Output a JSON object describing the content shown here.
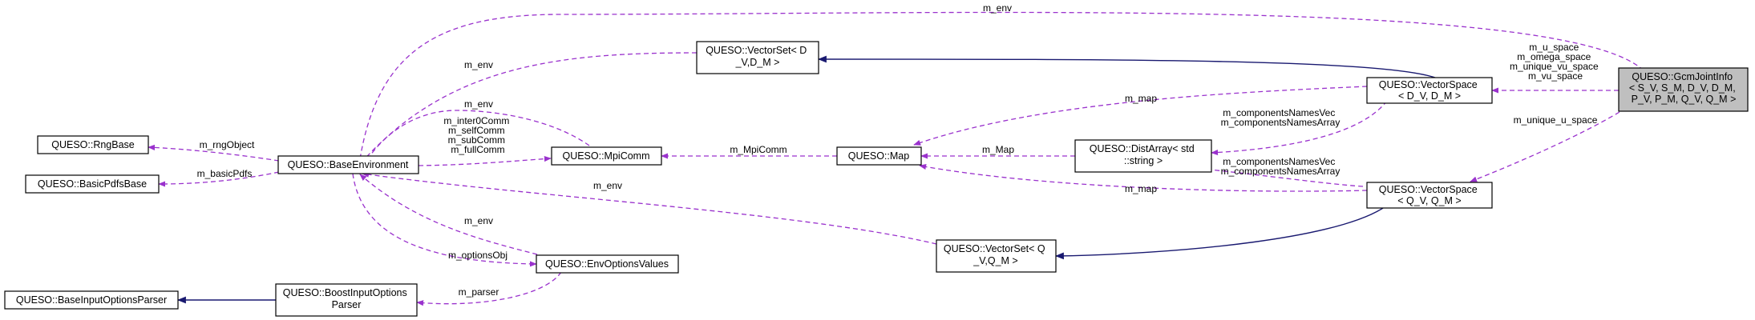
{
  "nodes": {
    "gcm": {
      "lines": [
        "QUESO::GcmJointInfo",
        "< S_V, S_M, D_V, D_M,",
        "P_V, P_M, Q_V, Q_M >"
      ]
    },
    "vs_d": {
      "lines": [
        "QUESO::VectorSpace",
        "< D_V, D_M >"
      ]
    },
    "vs_q": {
      "lines": [
        "QUESO::VectorSpace",
        "< Q_V, Q_M >"
      ]
    },
    "vset_d": {
      "lines": [
        "QUESO::VectorSet< D",
        "_V,D_M >"
      ]
    },
    "vset_q": {
      "lines": [
        "QUESO::VectorSet< Q",
        "_V,Q_M >"
      ]
    },
    "map": {
      "lines": [
        "QUESO::Map"
      ]
    },
    "distarray": {
      "lines": [
        "QUESO::DistArray< std",
        "::string >"
      ]
    },
    "mpicomm": {
      "lines": [
        "QUESO::MpiComm"
      ]
    },
    "baseenv": {
      "lines": [
        "QUESO::BaseEnvironment"
      ]
    },
    "rngbase": {
      "lines": [
        "QUESO::RngBase"
      ]
    },
    "basicpdfs": {
      "lines": [
        "QUESO::BasicPdfsBase"
      ]
    },
    "envopts": {
      "lines": [
        "QUESO::EnvOptionsValues"
      ]
    },
    "boostparser": {
      "lines": [
        "QUESO::BoostInputOptions",
        "Parser"
      ]
    },
    "baseparser": {
      "lines": [
        "QUESO::BaseInputOptionsParser"
      ]
    }
  },
  "edge_labels": {
    "gcm_env": [
      "m_env"
    ],
    "gcm_vsd": [
      "m_u_space",
      "m_omega_space",
      "m_unique_vu_space",
      "m_vu_space"
    ],
    "gcm_vsq": [
      "m_unique_u_space"
    ],
    "vsetd_env": [
      "m_env"
    ],
    "vsd_map": [
      "m_map"
    ],
    "vsd_dist": [
      "m_componentsNamesVec",
      "m_componentsNamesArray"
    ],
    "vsq_dist": [
      "m_componentsNamesVec",
      "m_componentsNamesArray"
    ],
    "vsq_map": [
      "m_map"
    ],
    "dist_map": [
      "m_Map"
    ],
    "map_mpi": [
      "m_MpiComm"
    ],
    "mpi_env": [
      "m_env"
    ],
    "env_mpi": [
      "m_inter0Comm",
      "m_selfComm",
      "m_subComm",
      "m_fullComm"
    ],
    "env_rng": [
      "m_rngObject"
    ],
    "env_pdfs": [
      "m_basicPdfs"
    ],
    "vsetq_env": [
      "m_env"
    ],
    "opts_env": [
      "m_env"
    ],
    "env_opts": [
      "m_optionsObj"
    ],
    "opts_parser": [
      "m_parser"
    ]
  }
}
